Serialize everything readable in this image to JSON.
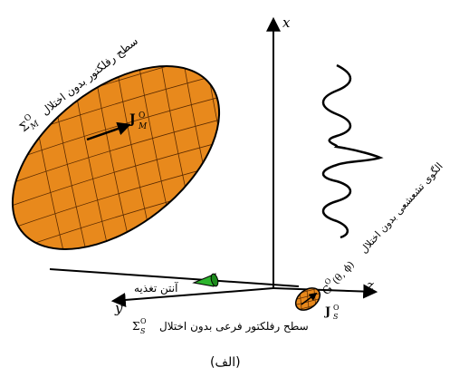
{
  "labels": {
    "main_reflector_title": "سطح رفلکتور بدون اختلال",
    "main_reflector_symbol": "Σ",
    "main_reflector_sup": "O",
    "main_reflector_sub": "M",
    "main_current_symbol": "J",
    "main_current_sup": "O",
    "main_current_sub": "M",
    "axis_x": "x",
    "axis_y": "y",
    "axis_z": "z",
    "pattern_label": "الگوی تشعشعی بدون اختلال",
    "pattern_symbol": "G",
    "pattern_sup": "O",
    "pattern_args": "(θ, ϕ)",
    "feed_label": "آنتن تغذیه",
    "sub_current_symbol": "J",
    "sub_current_sup": "O",
    "sub_current_sub": "S",
    "sub_reflector_label": "سطح رفلکتور فرعی بدون اختلال",
    "sub_reflector_symbol": "Σ",
    "sub_reflector_sup": "O",
    "sub_reflector_sub": "S",
    "caption": "(الف)"
  },
  "colors": {
    "reflector_fill": "#e8891c",
    "reflector_grid": "#5a2a00",
    "feed_fill": "#2db52d",
    "line": "#000000"
  }
}
